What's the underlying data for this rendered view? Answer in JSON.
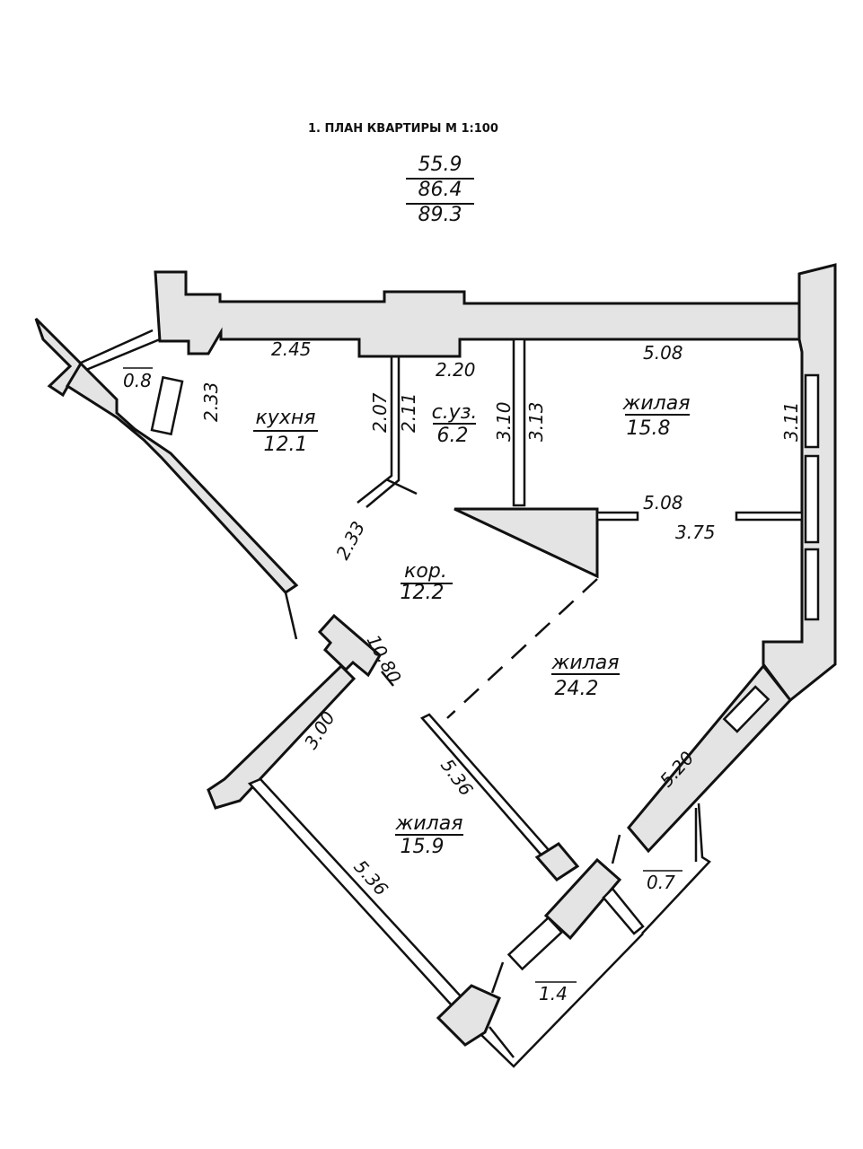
{
  "title": "1. ПЛАН КВАРТИРЫ М  1:100",
  "areas": [
    "55.9",
    "86.4",
    "89.3"
  ],
  "rooms": {
    "kitchen": {
      "name": "кухня",
      "area": "12.1"
    },
    "bathroom": {
      "name": "с.уз.",
      "area": "6.2"
    },
    "living_top": {
      "name": "жилая",
      "area": "15.8"
    },
    "corridor": {
      "name": "кор.",
      "area": "12.2"
    },
    "living_center": {
      "name": "жилая",
      "area": "24.2"
    },
    "living_bottom": {
      "name": "жилая",
      "area": "15.9"
    }
  },
  "dimensions": {
    "d_245": "2.45",
    "d_220": "2.20",
    "d_508_top": "5.08",
    "d_08": "0.8",
    "d_233_a": "2.33",
    "d_207": "2.07",
    "d_211": "2.11",
    "d_310": "3.10",
    "d_313": "3.13",
    "d_311": "3.11",
    "d_508_mid": "5.08",
    "d_375": "3.75",
    "d_233_b": "2.33",
    "d_1080": "10.80",
    "d_300": "3.00",
    "d_536_a": "5.36",
    "d_520": "5.20",
    "d_07": "0.7",
    "d_536_b": "5.36",
    "d_14": "1.4"
  }
}
